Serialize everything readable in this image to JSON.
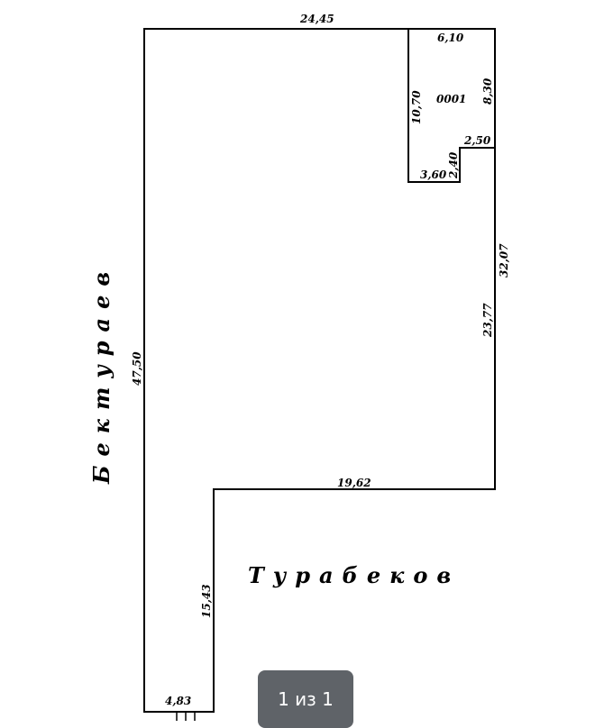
{
  "plan": {
    "parcel_id": "0001",
    "dimensions": {
      "top": "24,45",
      "inner_top": "6,10",
      "inner_left": "10,70",
      "inner_right": "8,30",
      "step_top": "2,50",
      "inner_bottom": "3,60",
      "step_side": "2,40",
      "right_outer": "32,07",
      "right_inner": "23,77",
      "left": "47,50",
      "middle": "19,62",
      "lower_left": "15,43",
      "bottom": "4,83"
    },
    "streets": {
      "west": "Бектураев",
      "south": "Турабеков"
    }
  },
  "viewer": {
    "page_indicator": "1 из 1"
  }
}
